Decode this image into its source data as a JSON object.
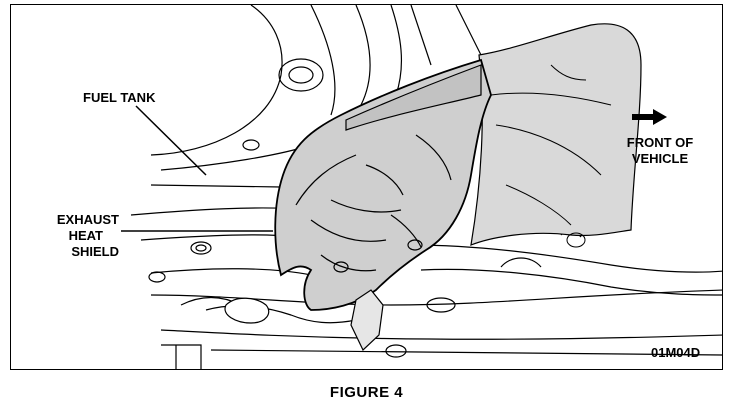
{
  "labels": {
    "fuel_tank": "FUEL TANK",
    "exhaust_line1": "EXHAUST",
    "exhaust_line2": "HEAT",
    "exhaust_line3": "SHIELD",
    "front_line1": "FRONT OF",
    "front_line2": "VEHICLE",
    "figure_code": "01M04D"
  },
  "caption": "FIGURE 4",
  "colors": {
    "line": "#000000",
    "shield_fill": "#cfcfcf",
    "background_part_fill": "#d9d9d9"
  },
  "icons": [
    "front-direction-arrow-icon"
  ]
}
